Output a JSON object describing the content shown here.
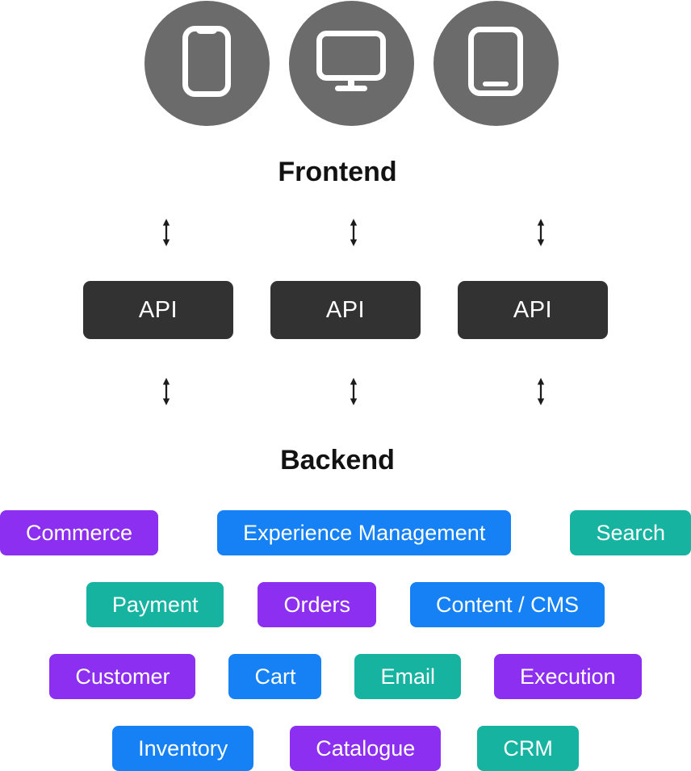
{
  "palette": {
    "background": "#FFFFFF",
    "heading": "#121212",
    "arrow": "#1C1C1C",
    "circle_bg": "#6B6B6B",
    "icon_color": "#FFFFFF",
    "api_bg": "#323232",
    "api_text": "#FFFFFF",
    "purple": "#8C2FF0",
    "blue": "#1681F5",
    "teal": "#16B3A1"
  },
  "frontend": {
    "title": "Frontend",
    "devices": [
      {
        "icon": "smartphone-icon"
      },
      {
        "icon": "monitor-icon"
      },
      {
        "icon": "tablet-icon"
      }
    ]
  },
  "api_layer": {
    "boxes": [
      {
        "label": "API"
      },
      {
        "label": "API"
      },
      {
        "label": "API"
      }
    ]
  },
  "backend": {
    "title": "Backend",
    "rows": [
      {
        "items": [
          {
            "label": "Commerce",
            "color": "#8C2FF0"
          },
          {
            "label": "Experience Management",
            "color": "#1681F5"
          },
          {
            "label": "Search",
            "color": "#16B3A1"
          }
        ]
      },
      {
        "items": [
          {
            "label": "Payment",
            "color": "#16B3A1"
          },
          {
            "label": "Orders",
            "color": "#8C2FF0"
          },
          {
            "label": "Content / CMS",
            "color": "#1681F5"
          }
        ]
      },
      {
        "items": [
          {
            "label": "Customer",
            "color": "#8C2FF0"
          },
          {
            "label": "Cart",
            "color": "#1681F5"
          },
          {
            "label": "Email",
            "color": "#16B3A1"
          },
          {
            "label": "Execution",
            "color": "#8C2FF0"
          }
        ]
      },
      {
        "items": [
          {
            "label": "Inventory",
            "color": "#1681F5"
          },
          {
            "label": "Catalogue",
            "color": "#8C2FF0"
          },
          {
            "label": "CRM",
            "color": "#16B3A1"
          }
        ]
      }
    ]
  }
}
